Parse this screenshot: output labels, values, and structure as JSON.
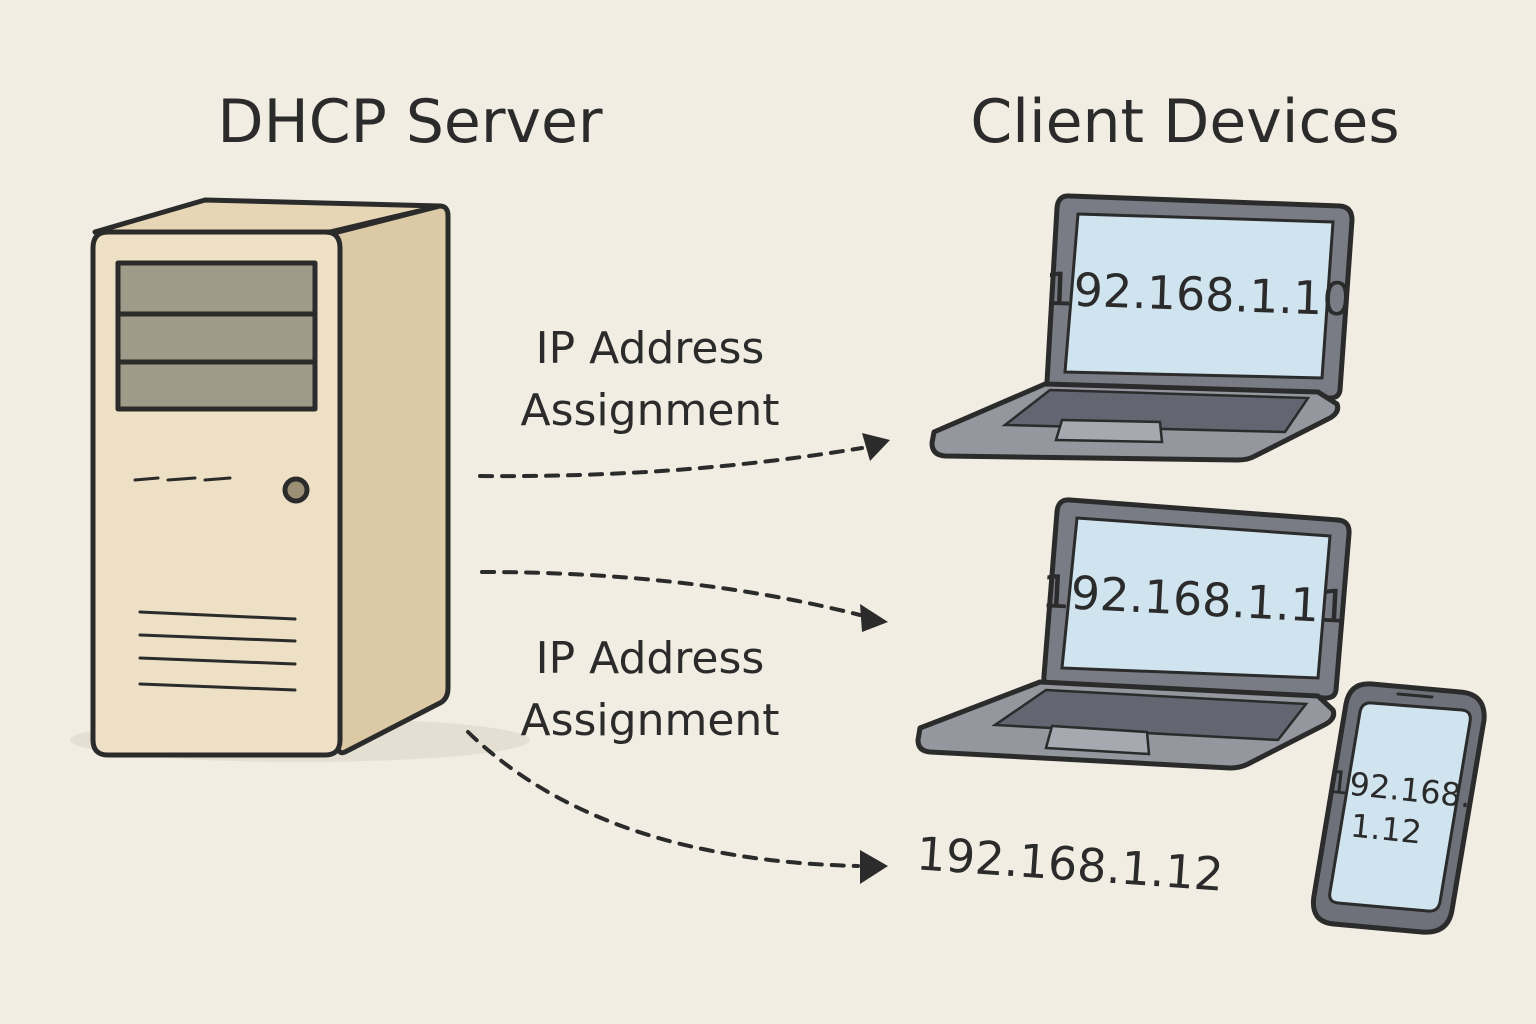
{
  "titles": {
    "server": "DHCP Server",
    "clients": "Client Devices"
  },
  "labels": {
    "top_line1": "IP Address",
    "top_line2": "Assignment",
    "bottom_line1": "IP Address",
    "bottom_line2": "Assignment"
  },
  "devices": {
    "laptop1_ip": "192.168.1.10",
    "laptop2_ip": "192.168.1.11",
    "phone_ip_line1": "192.168.",
    "phone_ip_line2": "1.12",
    "phone_arrow_ip": "192.168.1.12"
  },
  "colors": {
    "background": "#f1ede2",
    "server_front": "#ede0c4",
    "server_side": "#dccaa6",
    "server_top": "#e6d6b5",
    "drive_bay": "#a09a88",
    "laptop_body": "#7a7c85",
    "laptop_deck": "#95979f",
    "screen": "#cfe4ef",
    "outline": "#2b2b2b"
  }
}
